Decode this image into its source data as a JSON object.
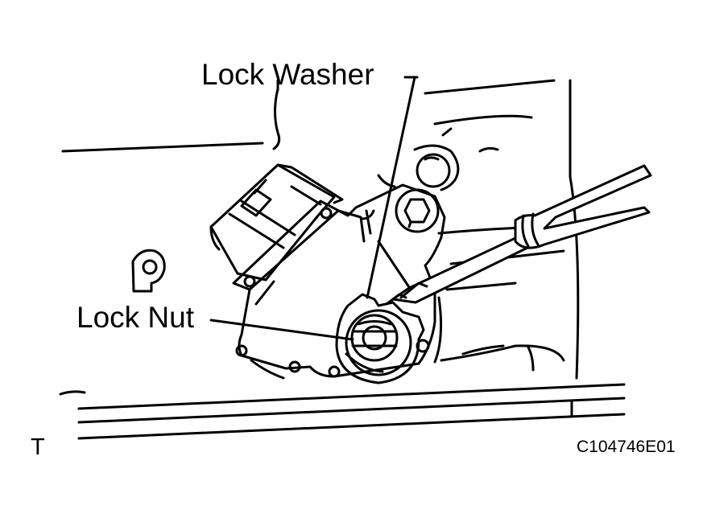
{
  "labels": {
    "lock_washer": "Lock Washer",
    "lock_nut": "Lock Nut",
    "view_marker": "T",
    "figure_code": "C104746E01"
  },
  "colors": {
    "line": "#000000",
    "background": "#ffffff"
  }
}
